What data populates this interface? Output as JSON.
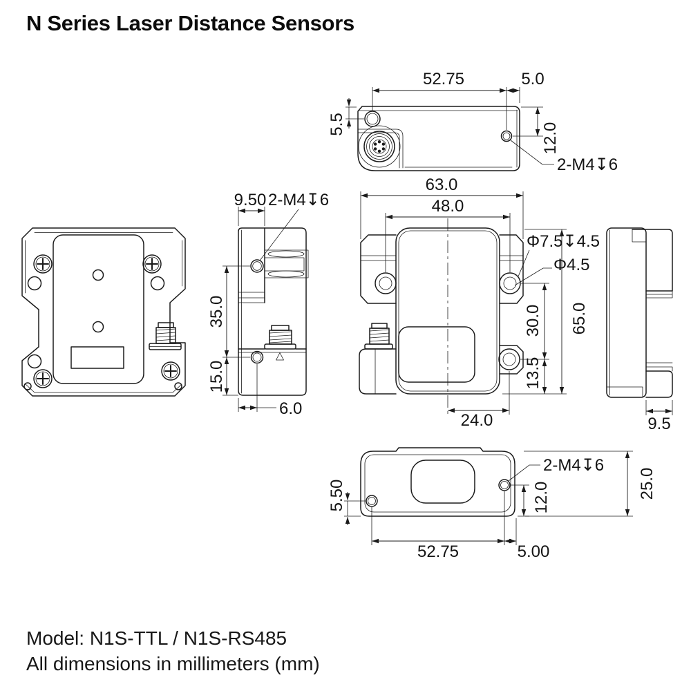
{
  "title": "N Series Laser Distance Sensors",
  "footer": {
    "model": "Model: N1S-TTL / N1S-RS485",
    "note": "All dimensions in millimeters (mm)"
  },
  "colors": {
    "line": "#1b1b1b",
    "background": "#ffffff",
    "text": "#141414"
  },
  "views": {
    "top": {
      "dims": {
        "span": "52.75",
        "right_offset": "5.0",
        "hole_from_top": "5.5",
        "hole_from_right": "12.0",
        "thread": "2-M4↧6"
      }
    },
    "side": {
      "dims": {
        "tab_width": "9.50",
        "thread": "2-M4↧6",
        "hole_span": "35.0",
        "hole_from_bottom": "15.0",
        "hole_inset": "6.0"
      }
    },
    "front": {
      "dims": {
        "overall_width": "63.0",
        "hole_span_h": "48.0",
        "counterbore": "Φ7.5↧4.5",
        "through_hole": "Φ4.5",
        "hole_span_v": "30.0",
        "overall_height": "65.0",
        "hole_from_bottom": "13.5",
        "window_offset": "24.0"
      }
    },
    "right": {
      "dims": {
        "boss_depth": "9.5"
      }
    },
    "bottom": {
      "dims": {
        "thread": "2-M4↧6",
        "overall_height": "25.0",
        "hole_from_bottom": "5.50",
        "hole_from_right": "12.0",
        "span": "52.75",
        "right_offset": "5.00"
      }
    }
  }
}
